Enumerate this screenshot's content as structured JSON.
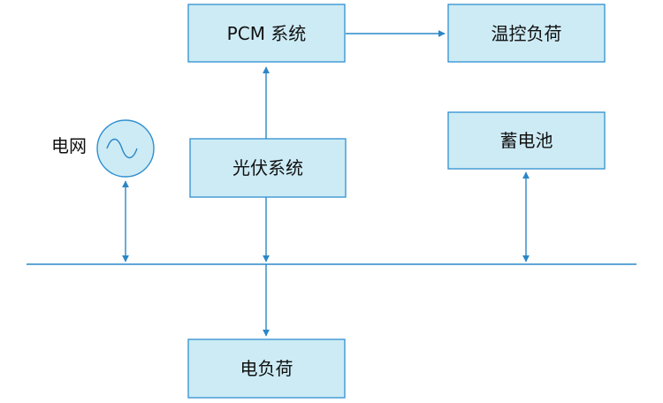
{
  "diagram": {
    "nodes": {
      "pcm_system": "PCM 系统",
      "temp_load": "温控负荷",
      "pv_system": "光伏系统",
      "battery": "蓄电池",
      "electric_load": "电负荷"
    },
    "grid_label": "电网",
    "grid_icon": "ac-source-icon",
    "colors": {
      "box_fill": "#cdebf5",
      "box_stroke": "#2f8fcf",
      "line": "#2a87c7",
      "text": "#111111"
    }
  }
}
